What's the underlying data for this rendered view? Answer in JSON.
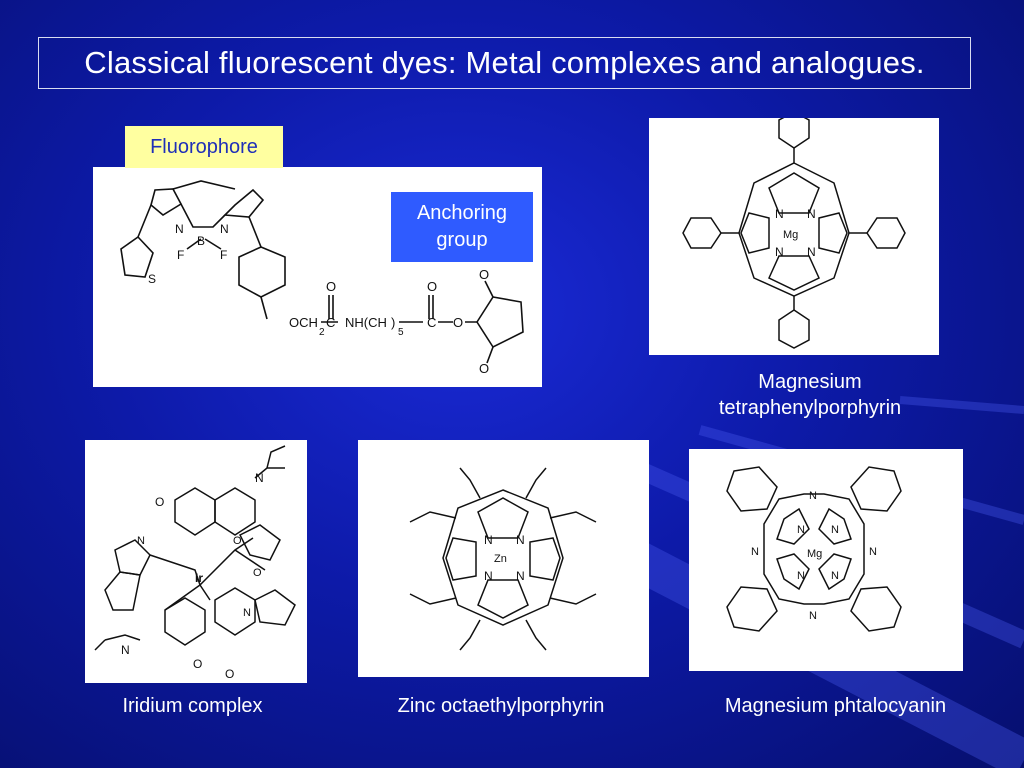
{
  "title": "Classical fluorescent dyes: Metal complexes and analogues.",
  "labels": {
    "fluorophore": "Fluorophore",
    "anchoring_line1": "Anchoring",
    "anchoring_line2": "group"
  },
  "captions": {
    "mg_tpp_line1": "Magnesium",
    "mg_tpp_line2": "tetraphenylporphyrin",
    "iridium": "Iridium complex",
    "zinc": "Zinc octaethylporphyrin",
    "mg_pc": "Magnesium phtalocyanin"
  },
  "chem_text": {
    "N": "N",
    "B": "B",
    "F": "F",
    "S": "S",
    "O": "O",
    "och2": "OCH",
    "two": "2",
    "five": "5",
    "C": "C",
    "nh": "NH(CH",
    "paren": ")",
    "o_link": "O",
    "Mg": "Mg",
    "Zn": "Zn",
    "Ir": "Ir"
  },
  "colors": {
    "background": "#0d1aa8",
    "fluorophore_bg": "#ffffa0",
    "fluorophore_text": "#1f2fb8",
    "anchoring_bg": "#2f5bff"
  }
}
